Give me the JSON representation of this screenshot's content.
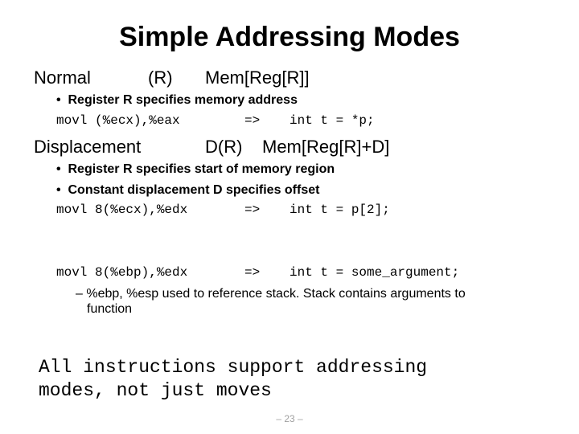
{
  "title": "Simple Addressing Modes",
  "normal": {
    "label": "Normal",
    "syntax": "(R)",
    "semantics": "Mem[Reg[R]]",
    "bullet": "Register R specifies memory address",
    "code": "movl (%ecx),%eax",
    "arrow": "=>",
    "c_code": "int t = *p;"
  },
  "displacement": {
    "label": "Displacement",
    "syntax": "D(R)",
    "semantics": "Mem[Reg[R]+D]",
    "bullets": [
      "Register R specifies start of memory region",
      "Constant displacement D specifies offset"
    ],
    "example1": {
      "code": "movl 8(%ecx),%edx",
      "arrow": "=>",
      "c_code": "int t = p[2];"
    },
    "example2": {
      "code": "movl 8(%ebp),%edx",
      "arrow": "=>",
      "c_code": "int t = some_argument;"
    },
    "note_line1": "– %ebp, %esp used to reference stack.  Stack contains arguments to",
    "note_line2": "function"
  },
  "closing": {
    "line1": "All instructions support addressing",
    "line2": "modes, not just moves"
  },
  "footer": "– 23 –"
}
